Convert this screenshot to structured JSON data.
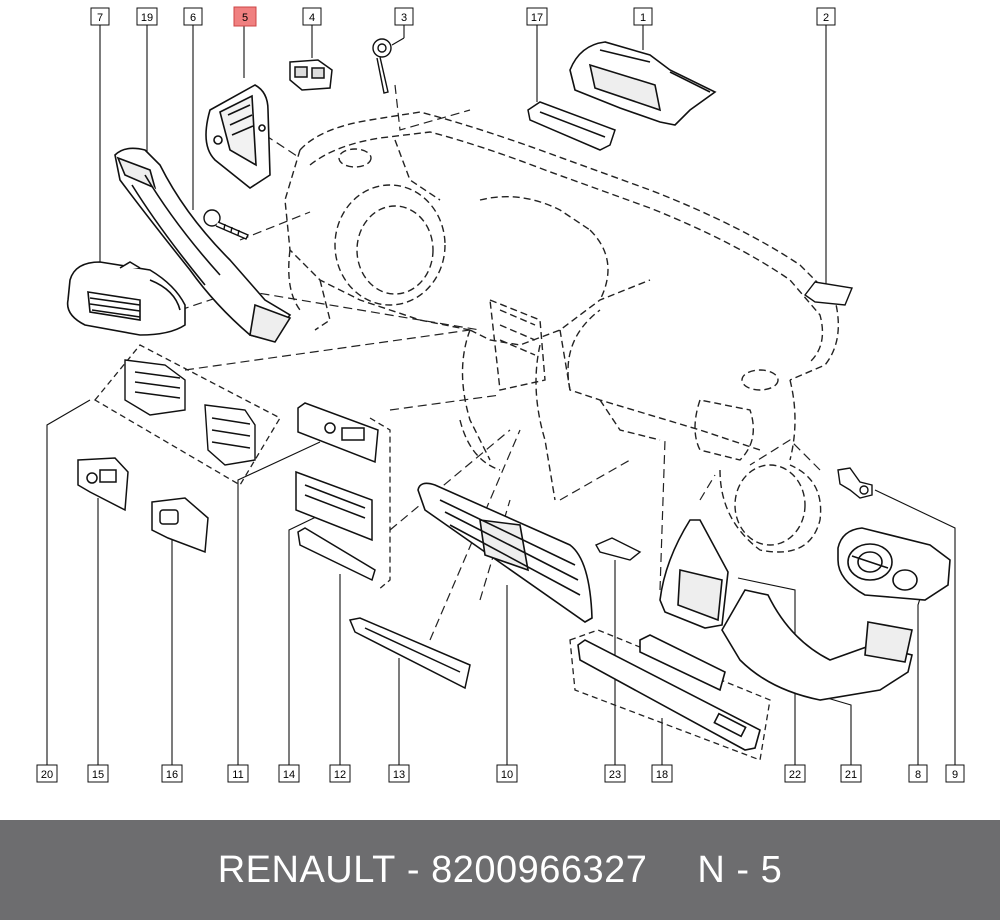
{
  "callouts": {
    "top": [
      "7",
      "19",
      "6",
      "5",
      "4",
      "3",
      "17",
      "1",
      "2"
    ],
    "bottom": [
      "20",
      "15",
      "16",
      "11",
      "14",
      "12",
      "13",
      "10",
      "23",
      "18",
      "22",
      "21",
      "8",
      "9"
    ]
  },
  "highlighted_callout": "5",
  "highlight_color": "#f08080",
  "footer": {
    "brand": "RENAULT",
    "separator": "-",
    "part_number": "8200966327",
    "position_label": "N - 5"
  }
}
